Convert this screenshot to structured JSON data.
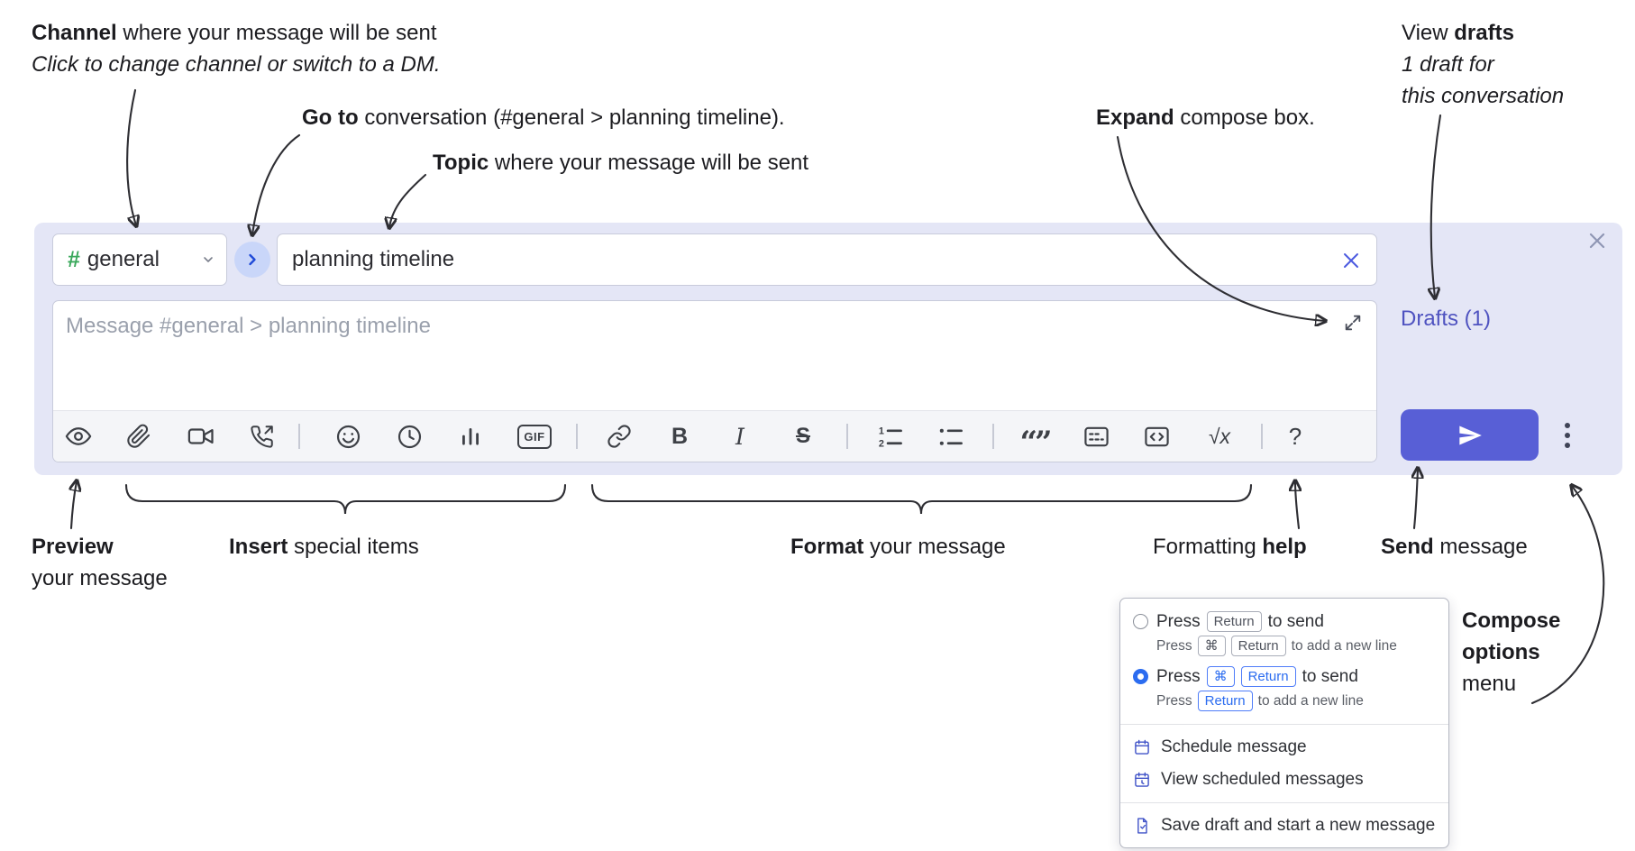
{
  "annotations": {
    "channel_bold": "Channel",
    "channel_rest": " where your message will be sent",
    "channel_sub": "Click to change channel or switch to a DM.",
    "goto_bold": "Go to",
    "goto_rest": " conversation (#general > planning timeline).",
    "topic_bold": "Topic",
    "topic_rest": " where your message will be sent",
    "drafts_pre": "View ",
    "drafts_bold": "drafts",
    "drafts_sub1": "1 draft for",
    "drafts_sub2": "this conversation",
    "expand_bold": "Expand",
    "expand_rest": " compose box.",
    "preview_bold": "Preview",
    "preview_rest": "your message",
    "insert_bold": "Insert",
    "insert_rest": " special items",
    "format_bold": "Format",
    "format_rest": " your message",
    "help_pre": "Formatting ",
    "help_bold": "help",
    "send_bold": "Send",
    "send_rest": " message",
    "compose_bold1": "Compose",
    "compose_bold2": "options",
    "compose_rest": "menu"
  },
  "compose": {
    "channel_hash": "#",
    "channel_name": "general",
    "topic_value": "planning timeline",
    "placeholder": "Message #general > planning timeline",
    "drafts_link": "Drafts (1)"
  },
  "toolbar": {
    "gif": "GIF",
    "bold": "B",
    "italic": "I",
    "strikethrough": "S",
    "quote": "“”",
    "math": "√x",
    "help": "?"
  },
  "popup": {
    "opt1_t1": "Press",
    "opt1_key": "Return",
    "opt1_t2": "to send",
    "opt1_sub1": "Press",
    "opt1_subkey1": "⌘",
    "opt1_subkey2": "Return",
    "opt1_sub2": "to add a new line",
    "opt2_t1": "Press",
    "opt2_key1": "⌘",
    "opt2_key2": "Return",
    "opt2_t2": "to send",
    "opt2_sub1": "Press",
    "opt2_subkey1": "Return",
    "opt2_sub2": "to add a new line",
    "schedule": "Schedule message",
    "view_scheduled": "View scheduled messages",
    "save_draft": "Save draft and start a new message"
  },
  "colors": {
    "compose_bg": "#e4e6f6",
    "send_button": "#585fd6",
    "drafts_link": "#4f53c0",
    "channel_hash": "#3aa85b",
    "popup_accent": "#2b6cf0",
    "annotation_ink": "#2e2e33"
  }
}
